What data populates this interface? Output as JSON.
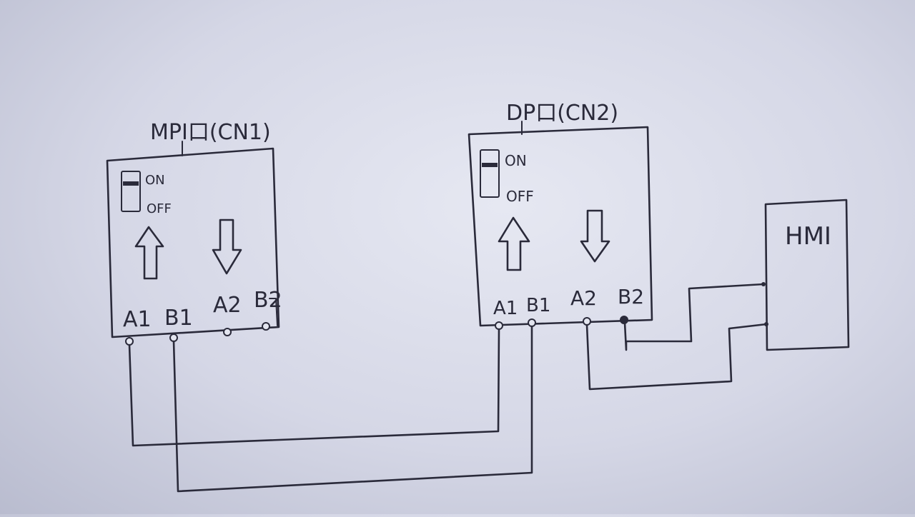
{
  "modules": {
    "cn1": {
      "title": "MPI口(CN1)",
      "switch_on": "ON",
      "switch_off": "OFF",
      "terminals": [
        "A1",
        "B1",
        "A2",
        "B2"
      ]
    },
    "cn2": {
      "title": "DP口(CN2)",
      "switch_on": "ON",
      "switch_off": "OFF",
      "terminals": [
        "A1",
        "B1",
        "A2",
        "B2"
      ]
    }
  },
  "hmi": {
    "label": "HMI"
  },
  "colors": {
    "ink": "#2a2a3a",
    "paper": "#dcdeea"
  }
}
